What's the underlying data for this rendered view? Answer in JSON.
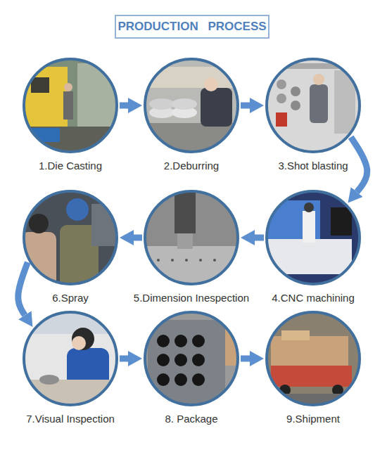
{
  "diagram": {
    "title": "PRODUCTION PROCESS",
    "nodes": [
      {
        "text": [
          "1.Die Casting"
        ]
      },
      {
        "text": [
          "2.Deburring"
        ]
      },
      {
        "text": [
          "3.Shot blasting"
        ]
      },
      {
        "text": [
          "4.CNC machining"
        ]
      },
      {
        "text": [
          "5.Dimension Inespection"
        ]
      },
      {
        "text": [
          "6.Spray"
        ]
      },
      {
        "text": [
          "7.Visual Inspection"
        ]
      },
      {
        "text": [
          "8. Package"
        ]
      },
      {
        "text": [
          "9.Shipment"
        ]
      }
    ],
    "edges": [
      {
        "from": 0,
        "to": 1,
        "arrow": "to"
      },
      {
        "from": 1,
        "to": 2,
        "arrow": "to"
      },
      {
        "from": 2,
        "to": 3,
        "arrow": "to"
      },
      {
        "from": 3,
        "to": 4,
        "arrow": "to"
      },
      {
        "from": 4,
        "to": 5,
        "arrow": "to"
      },
      {
        "from": 5,
        "to": 6,
        "arrow": "to"
      },
      {
        "from": 6,
        "to": 7,
        "arrow": "to"
      },
      {
        "from": 7,
        "to": 8,
        "arrow": "to"
      }
    ]
  }
}
